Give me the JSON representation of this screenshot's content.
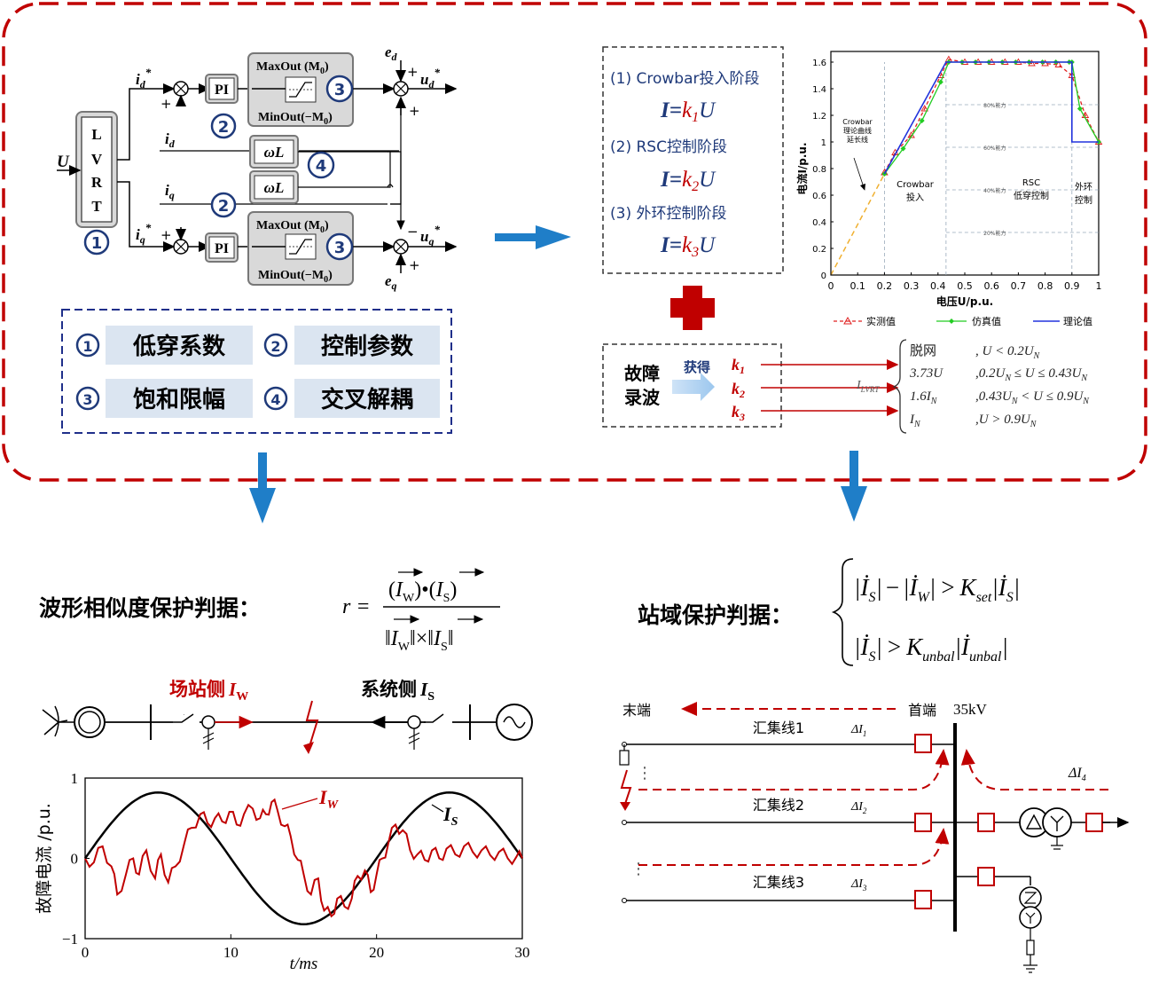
{
  "lvrt": {
    "input_u": "U",
    "block_letters": [
      "L",
      "V",
      "R",
      "T"
    ],
    "id_ref": "i",
    "id_ref_sub": "d",
    "id_ref_sup": "*",
    "iq_ref": "i",
    "iq_ref_sub": "q",
    "iq_ref_sup": "*",
    "id": "i",
    "id_sub": "d",
    "iq": "i",
    "iq_sub": "q",
    "pi": "PI",
    "maxout": "MaxOut (M",
    "maxout_sub": "0",
    "minout": "MinOut(−M",
    "minout_sub": "0",
    "close_paren": ")",
    "wl": "ωL",
    "ed": "e",
    "ed_sub": "d",
    "eq": "e",
    "eq_sub": "q",
    "ud": "u",
    "ud_sub": "d",
    "ud_sup": "*",
    "uq": "u",
    "uq_sub": "q",
    "uq_sup": "*",
    "plus": "+",
    "minus": "−",
    "circle_nums": [
      "1",
      "2",
      "3",
      "4"
    ]
  },
  "legend": {
    "items": [
      {
        "num": "1",
        "label": "低穿系数"
      },
      {
        "num": "2",
        "label": "控制参数"
      },
      {
        "num": "3",
        "label": "饱和限幅"
      },
      {
        "num": "4",
        "label": "交叉解耦"
      }
    ]
  },
  "stages": {
    "s1": "(1) Crowbar投入阶段",
    "s2": "(2) RSC控制阶段",
    "s3": "(3) 外环控制阶段",
    "eq_i": "I",
    "eq_eq": "=",
    "eq_k": "k",
    "eq_u": "U",
    "subs": [
      "1",
      "2",
      "3"
    ]
  },
  "chart_data": {
    "type": "line",
    "xlabel": "电压U/p.u.",
    "ylabel": "电流I/p.u.",
    "xlim": [
      0,
      1
    ],
    "ylim": [
      0,
      1.6
    ],
    "xticks": [
      "0",
      "0.1",
      "0.2",
      "0.3",
      "0.4",
      "0.5",
      "0.6",
      "0.7",
      "0.8",
      "0.9",
      "1"
    ],
    "yticks": [
      "0",
      "0.2",
      "0.4",
      "0.6",
      "0.8",
      "1",
      "1.2",
      "1.4",
      "1.6"
    ],
    "annotations": {
      "crowbar_ext": [
        "Crowbar",
        "理论曲线",
        "延长线"
      ],
      "crowbar_in": [
        "Crowbar",
        "投入"
      ],
      "rsc": [
        "RSC",
        "低穿控制"
      ],
      "outer": [
        "外环",
        "控制"
      ],
      "pct": [
        "80%能力",
        "60%能力",
        "40%能力",
        "20%能力"
      ]
    },
    "series": [
      {
        "name": "实测值",
        "color": "#e02020",
        "x": [
          0.2,
          0.24,
          0.3,
          0.35,
          0.41,
          0.44,
          0.5,
          0.55,
          0.6,
          0.65,
          0.7,
          0.75,
          0.8,
          0.85,
          0.9,
          0.95,
          1.0
        ],
        "y": [
          0.77,
          0.92,
          1.05,
          1.25,
          1.5,
          1.62,
          1.6,
          1.6,
          1.6,
          1.6,
          1.6,
          1.59,
          1.59,
          1.58,
          1.5,
          1.2,
          1.0
        ]
      },
      {
        "name": "仿真值",
        "color": "#22cc22",
        "x": [
          0.2,
          0.27,
          0.34,
          0.41,
          0.44,
          0.49,
          0.54,
          0.59,
          0.64,
          0.69,
          0.74,
          0.79,
          0.84,
          0.89,
          0.9,
          0.93,
          1.0
        ],
        "y": [
          0.76,
          0.95,
          1.16,
          1.45,
          1.6,
          1.6,
          1.6,
          1.6,
          1.6,
          1.6,
          1.6,
          1.6,
          1.6,
          1.6,
          1.6,
          1.25,
          1.0
        ]
      },
      {
        "name": "理论值",
        "color": "#2233dd",
        "x": [
          0.2,
          0.43,
          0.9,
          0.9,
          1.0
        ],
        "y": [
          0.76,
          1.6,
          1.6,
          1.0,
          1.0
        ]
      }
    ]
  },
  "recording": {
    "box": [
      "故障",
      "录波"
    ],
    "obtain": "获得",
    "k": "k",
    "k_subs": [
      "1",
      "2",
      "3"
    ],
    "ibrace": "I",
    "ibrace_sub": "LVRT",
    "rows": [
      {
        "val": "脱网",
        "cond": ", U < 0.2U",
        "cond_sub": "N"
      },
      {
        "val": "3.73U",
        "cond": ",0.2U",
        "cond_sub": "N",
        "cond2": " ≤ U ≤ 0.43U",
        "cond2_sub": "N"
      },
      {
        "val": "1.6I",
        "val_sub": "N",
        "cond": ",0.43U",
        "cond_sub": "N",
        "cond2": " < U ≤ 0.9U",
        "cond2_sub": "N"
      },
      {
        "val": "I",
        "val_sub": "N",
        "cond": ",U > 0.9U",
        "cond_sub": "N"
      }
    ]
  },
  "wave": {
    "title": "波形相似度保护判据：",
    "r_eq": "r =",
    "iw": "I",
    "iw_sub": "W",
    "is": "I",
    "is_sub": "S",
    "dot": "•",
    "times": "×",
    "station_side": "场站侧",
    "system_side": "系统侧"
  },
  "wave_chart": {
    "ylabel": "故障电流 /p.u.",
    "xlabel": "t/ms",
    "xticks": [
      "0",
      "10",
      "20",
      "30"
    ],
    "yticks": [
      "1",
      "0",
      "−1"
    ],
    "label_iw": "I",
    "label_iw_sub": "W",
    "label_is": "I",
    "label_is_sub": "S"
  },
  "domain": {
    "title": "站域保护判据：",
    "k_set": "K",
    "k_set_sub": "set",
    "k_unbal": "K",
    "k_unbal_sub": "unbal",
    "i_unbal_sub": "unbal",
    "i_s_sub": "S",
    "i_w_sub": "W",
    "i": "İ",
    "gt": ">",
    "minus": "−",
    "end": "末端",
    "head": "首端",
    "kv": "35kV",
    "lines": [
      "汇集线1",
      "汇集线2",
      "汇集线3"
    ],
    "deltas": [
      "ΔI",
      "ΔI",
      "ΔI",
      "ΔI"
    ],
    "delta_subs": [
      "1",
      "2",
      "3",
      "4"
    ]
  }
}
